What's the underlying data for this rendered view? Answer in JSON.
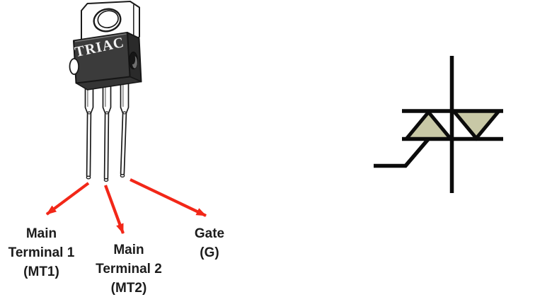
{
  "package": {
    "chip_label": "TRIAC",
    "colors": {
      "tab": "#fdfdfd",
      "body_front": "#3b3b3b",
      "body_side": "#2a2a2a",
      "body_bottom": "#343434",
      "lead": "#ffffff",
      "outline": "#1a1a1a",
      "chip_label_color": "#f2f2f2"
    }
  },
  "annotations": {
    "arrow_color": "#f22718",
    "text_color": "#1c1c1c",
    "labels": [
      {
        "id": "mt1",
        "lines": [
          "Main",
          "Terminal 1",
          "(MT1)"
        ]
      },
      {
        "id": "mt2",
        "lines": [
          "Main",
          "Terminal 2",
          "(MT2)"
        ]
      },
      {
        "id": "gate",
        "lines": [
          "Gate",
          "(G)"
        ]
      }
    ]
  },
  "symbol": {
    "icon": "triac-circuit-symbol",
    "line_color": "#0b0b0b",
    "triangle_fill": "#c8c8a6"
  }
}
